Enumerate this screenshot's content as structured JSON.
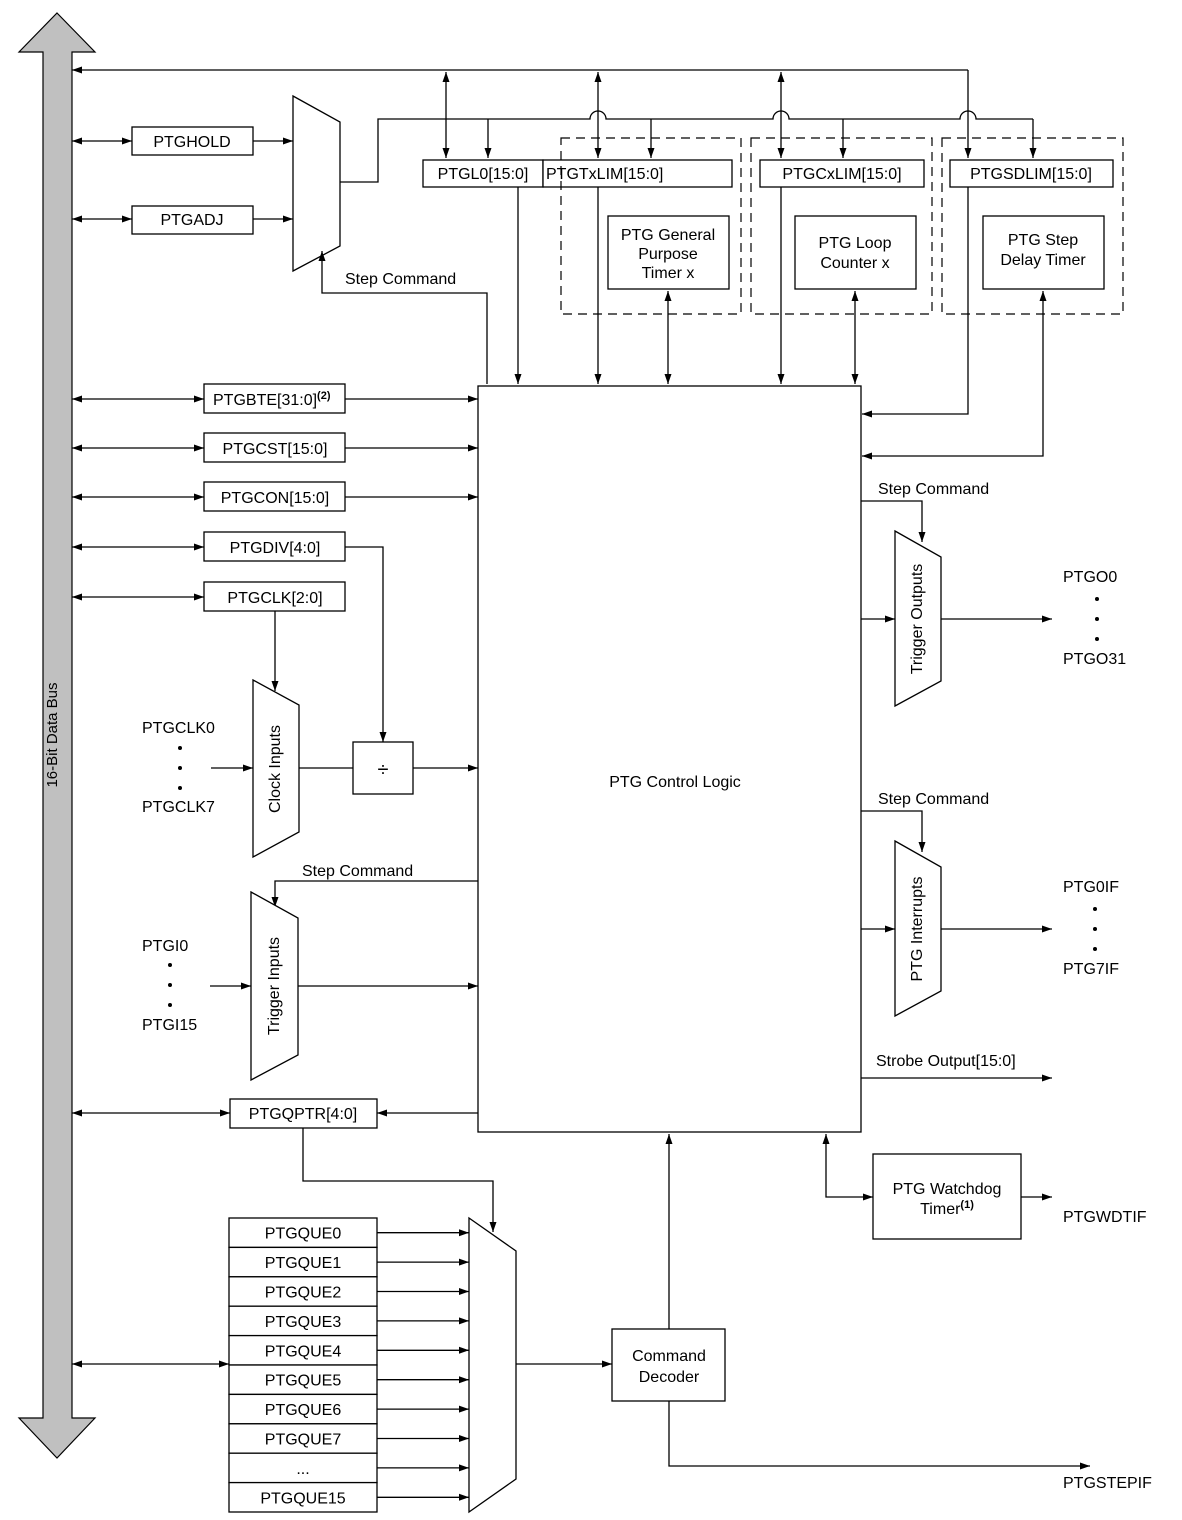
{
  "bus": {
    "label": "16-Bit Data Bus",
    "color": "#c0c0c0"
  },
  "registers": {
    "ptghold": "PTGHOLD",
    "ptgadj": "PTGADJ",
    "ptgl0": "PTGL0[15:0]",
    "ptgtxlim": "PTGTxLIM[15:0]",
    "ptgcxlim": "PTGCxLIM[15:0]",
    "ptgsdlim": "PTGSDLIM[15:0]",
    "ptgbte": "PTGBTE[31:0]",
    "ptgbte_note": "(2)",
    "ptgcst": "PTGCST[15:0]",
    "ptgcon": "PTGCON[15:0]",
    "ptgdiv": "PTGDIV[4:0]",
    "ptgclk": "PTGCLK[2:0]",
    "ptgqptr": "PTGQPTR[4:0]"
  },
  "blocks": {
    "timer_line1": "PTG General",
    "timer_line2": "Purpose",
    "timer_line3": "Timer x",
    "loop_line1": "PTG Loop",
    "loop_line2": "Counter x",
    "step_line1": "PTG Step",
    "step_line2": "Delay Timer",
    "control_logic": "PTG Control Logic",
    "divider": "÷",
    "watchdog_line1": "PTG Watchdog",
    "watchdog_line2": "Timer",
    "watchdog_note": "(1)",
    "decoder_line1": "Command",
    "decoder_line2": "Decoder"
  },
  "muxes": {
    "clock_inputs": "Clock Inputs",
    "trigger_inputs": "Trigger Inputs",
    "trigger_outputs": "Trigger Outputs",
    "ptg_interrupts": "PTG Interrupts"
  },
  "labels": {
    "step_command": "Step Command",
    "strobe_output": "Strobe Output[15:0]"
  },
  "signals": {
    "ptgclk0": "PTGCLK0",
    "ptgclk7": "PTGCLK7",
    "ptgi0": "PTGI0",
    "ptgi15": "PTGI15",
    "ptgo0": "PTGO0",
    "ptgo31": "PTGO31",
    "ptg0if": "PTG0IF",
    "ptg7if": "PTG7IF",
    "ptgwdtif": "PTGWDTIF",
    "ptgstepif": "PTGSTEPIF"
  },
  "queue": [
    "PTGQUE0",
    "PTGQUE1",
    "PTGQUE2",
    "PTGQUE3",
    "PTGQUE4",
    "PTGQUE5",
    "PTGQUE6",
    "PTGQUE7",
    "...",
    "PTGQUE15"
  ]
}
